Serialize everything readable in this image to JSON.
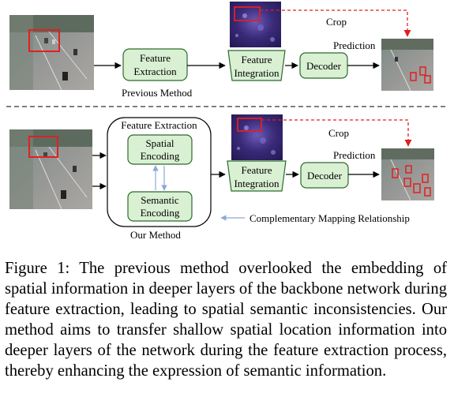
{
  "previous": {
    "feature_extraction": [
      "Feature",
      "Extraction"
    ],
    "feature_integration": [
      "Feature",
      "Integration"
    ],
    "decoder": "Decoder",
    "crop": "Crop",
    "prediction": "Prediction",
    "method_label": "Previous Method"
  },
  "ours": {
    "group_title": "Feature Extraction",
    "spatial": [
      "Spatial",
      "Encoding"
    ],
    "semantic": [
      "Semantic",
      "Encoding"
    ],
    "feature_integration": [
      "Feature",
      "Integration"
    ],
    "decoder": "Decoder",
    "crop": "Crop",
    "prediction": "Prediction",
    "legend": "Complementary Mapping Relationship",
    "method_label": "Our Method"
  },
  "caption": "Figure 1: The previous method overlooked the embedding of spatial information in deeper layers of the backbone net­work during feature extraction, leading to spatial semantic inconsistencies. Our method aims to transfer shallow spa­tial location information into deeper layers of the network during the feature extraction process, thereby enhancing the expression of semantic information.",
  "colors": {
    "box_fill": "#d9f0d3",
    "box_stroke": "#2d6a2d",
    "crop_red": "#e02020",
    "legend_arrow": "#8aa8d8",
    "road": "#8f8f8f",
    "heatmap": "#3a2a78"
  }
}
